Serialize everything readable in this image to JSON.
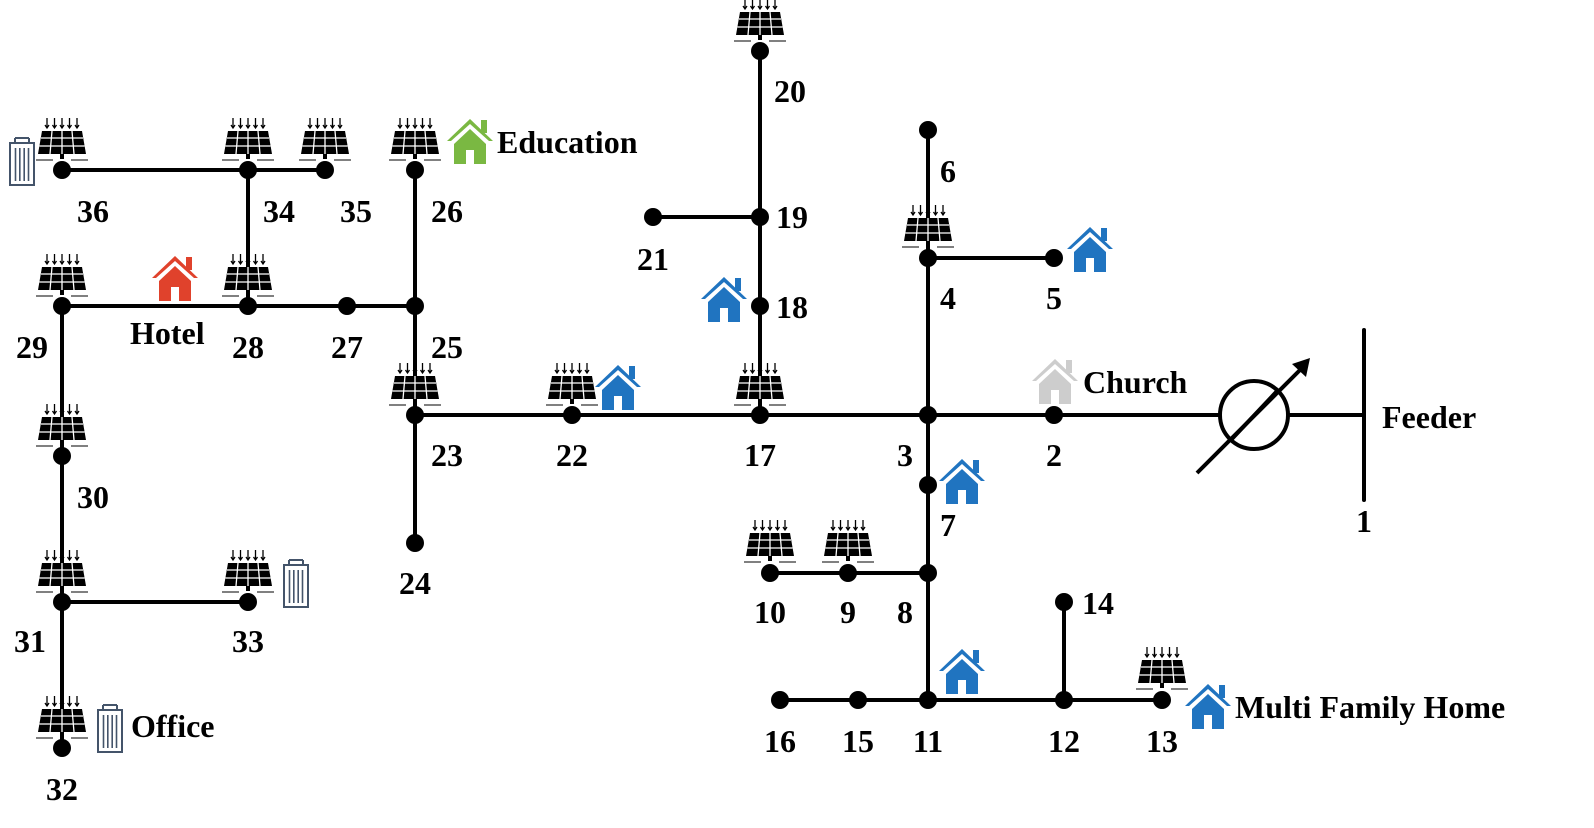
{
  "node_numbers": {
    "n1": "1",
    "n2": "2",
    "n3": "3",
    "n4": "4",
    "n5": "5",
    "n6": "6",
    "n7": "7",
    "n8": "8",
    "n9": "9",
    "n10": "10",
    "n11": "11",
    "n12": "12",
    "n13": "13",
    "n14": "14",
    "n15": "15",
    "n16": "16",
    "n17": "17",
    "n18": "18",
    "n19": "19",
    "n20": "20",
    "n21": "21",
    "n22": "22",
    "n23": "23",
    "n24": "24",
    "n25": "25",
    "n26": "26",
    "n27": "27",
    "n28": "28",
    "n29": "29",
    "n30": "30",
    "n31": "31",
    "n32": "32",
    "n33": "33",
    "n34": "34",
    "n35": "35",
    "n36": "36"
  },
  "labels": {
    "feeder": "Feeder",
    "church": "Church",
    "education": "Education",
    "hotel": "Hotel",
    "office": "Office",
    "multi_family_home": "Multi Family Home"
  },
  "colors": {
    "residential": "#2074c0",
    "hotel": "#e0422c",
    "education": "#7ab842",
    "church": "#cdcdcd",
    "building_outline": "#44546a",
    "line": "#000000"
  },
  "icons": {
    "pv": "solar-panel-icon",
    "house": "house-icon",
    "building": "office-building-icon",
    "transformer": "transformer-icon"
  }
}
